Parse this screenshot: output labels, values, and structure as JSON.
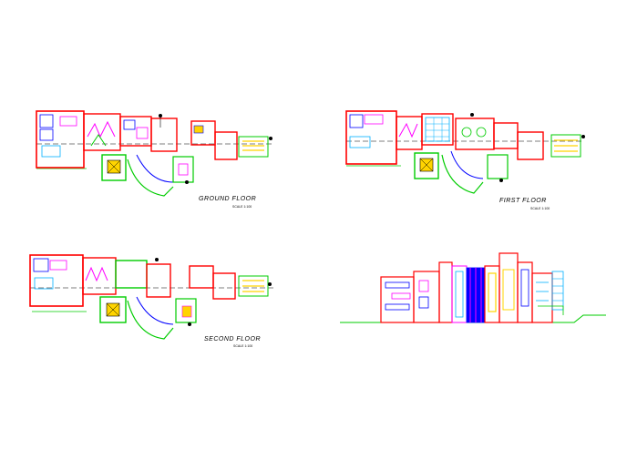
{
  "drawing": {
    "plans": [
      {
        "id": "ground",
        "title": "GROUND FLOOR",
        "scale": "SCALE 1:100"
      },
      {
        "id": "first",
        "title": "FIRST FLOOR",
        "scale": "SCALE 1:100"
      },
      {
        "id": "second",
        "title": "SECOND FLOOR",
        "scale": "SCALE 1:100"
      }
    ],
    "elevation": {
      "title": "",
      "scale": ""
    }
  },
  "colors": {
    "wall": "#ff0000",
    "partition": "#0000ff",
    "landscape": "#00cc00",
    "furniture": "#ff00ff",
    "hatch": "#ffd400",
    "stair": "#00b0ff",
    "outline": "#000000"
  }
}
